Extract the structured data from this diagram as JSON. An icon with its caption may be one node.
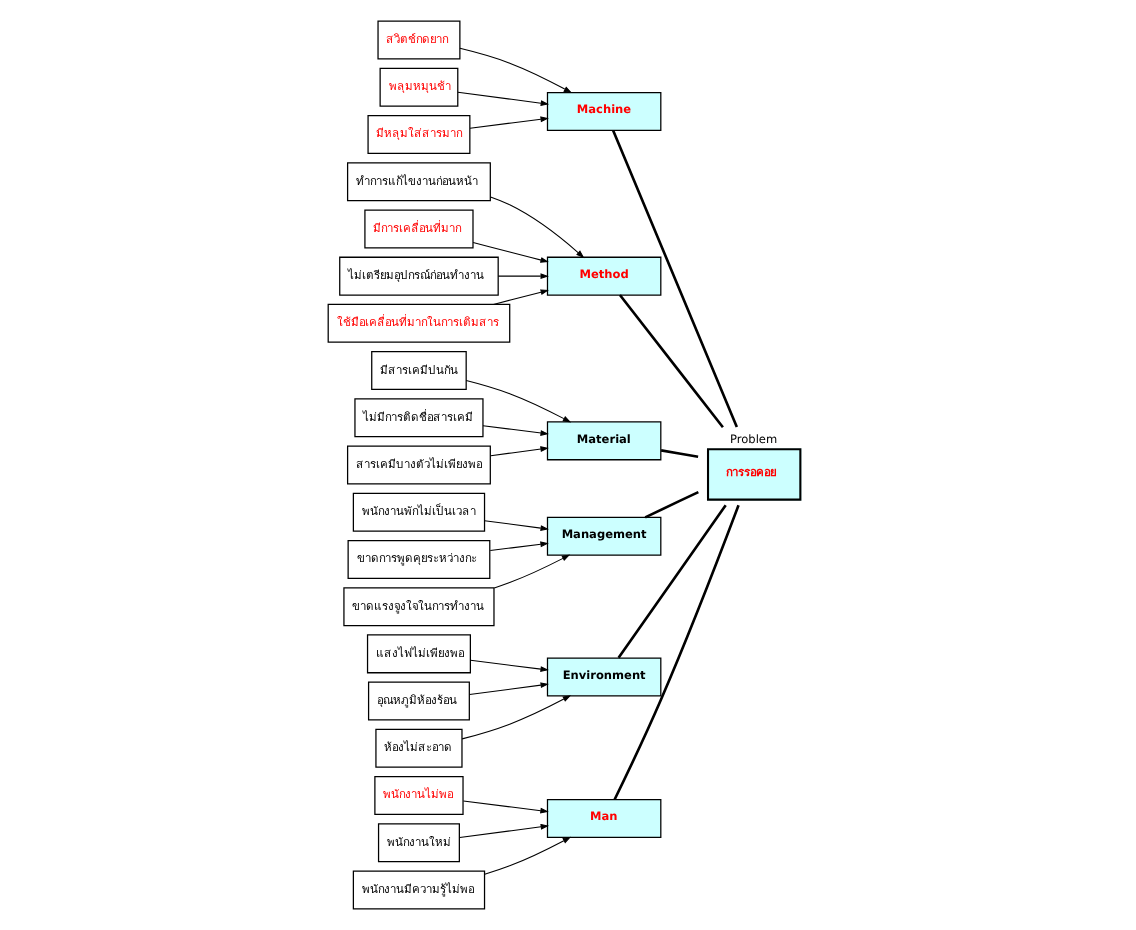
{
  "diagram": {
    "nodes": [
      {
        "text": [
          "Man"
        ]
      },
      {
        "text": [
          "Machine"
        ]
      },
      {
        "text": [
          "Method"
        ]
      },
      {
        "text": [
          "พนักงานไม่พอ"
        ]
      },
      {
        "text": [
          "สวิตช์กดยาก"
        ]
      },
      {
        "text": [
          "ทำการแก้ไขงานก่อนหน้า"
        ]
      },
      {
        "text": [
          "มีการเคลื่อนที่มาก"
        ]
      },
      {
        "text": [
          "พนักงานใหม่"
        ]
      },
      {
        "text": [
          "พลุมหมุนช้า"
        ]
      },
      {
        "text": [
          "ไม่เตรียมอุปกรณ์ก่อนทำงาน"
        ]
      },
      {
        "text": [
          "พนักงานมีความรู้ไม่พอ"
        ]
      },
      {
        "text": [
          "มีหลุมใส่สารมาก"
        ]
      },
      {
        "text": [
          "ใช้มือเคลื่อนที่มากในการเติมสาร"
        ]
      },
      {
        "text": [
          "Problem",
          "การรอคอย"
        ]
      },
      {
        "text": [
          "มีสารเคมีปนกัน"
        ]
      },
      {
        "text": [
          "พนักงานพักไม่เป็นเวลา"
        ]
      },
      {
        "text": [
          "แสงไฟไม่เพียงพอ"
        ]
      },
      {
        "text": [
          "ไม่มีการติดชื่อสารเคมี"
        ]
      },
      {
        "text": [
          "ขาดการพูดคุยระหว่างกะ"
        ]
      },
      {
        "text": [
          "อุณหภูมิห้องร้อน"
        ]
      },
      {
        "text": [
          "สารเคมีบางตัวไม่เพียงพอ"
        ]
      },
      {
        "text": [
          "ขาดแรงจูงใจในการทำงาน"
        ]
      },
      {
        "text": [
          "ห้องไม่สะอาด"
        ]
      },
      {
        "text": [
          "Material"
        ]
      },
      {
        "text": [
          "Management"
        ]
      },
      {
        "text": [
          "Environment"
        ]
      }
    ],
    "edges": [
      {
        "from": 3,
        "to": 0,
        "arrow": "to"
      },
      {
        "from": 4,
        "to": 1,
        "arrow": "to"
      },
      {
        "from": 5,
        "to": 2,
        "arrow": "to"
      },
      {
        "from": 6,
        "to": 2,
        "arrow": "to"
      },
      {
        "from": 7,
        "to": 0,
        "arrow": "to"
      },
      {
        "from": 8,
        "to": 1,
        "arrow": "to"
      },
      {
        "from": 9,
        "to": 2,
        "arrow": "to"
      },
      {
        "from": 10,
        "to": 0,
        "arrow": "to"
      },
      {
        "from": 11,
        "to": 1,
        "arrow": "to"
      },
      {
        "from": 12,
        "to": 2,
        "arrow": "to"
      },
      {
        "from": 14,
        "to": 23,
        "arrow": "to"
      },
      {
        "from": 15,
        "to": 24,
        "arrow": "to"
      },
      {
        "from": 16,
        "to": 25,
        "arrow": "to"
      },
      {
        "from": 17,
        "to": 23,
        "arrow": "to"
      },
      {
        "from": 18,
        "to": 24,
        "arrow": "to"
      },
      {
        "from": 19,
        "to": 25,
        "arrow": "to"
      },
      {
        "from": 20,
        "to": 23,
        "arrow": "to"
      },
      {
        "from": 21,
        "to": 24,
        "arrow": "to"
      },
      {
        "from": 22,
        "to": 25,
        "arrow": "to"
      },
      {
        "from": 0,
        "to": 13,
        "arrow": "none"
      },
      {
        "from": 1,
        "to": 13,
        "arrow": "none"
      },
      {
        "from": 2,
        "to": 13,
        "arrow": "none"
      },
      {
        "from": 23,
        "to": 13,
        "arrow": "none"
      },
      {
        "from": 24,
        "to": 13,
        "arrow": "none"
      },
      {
        "from": 25,
        "to": 13,
        "arrow": "none"
      }
    ]
  }
}
